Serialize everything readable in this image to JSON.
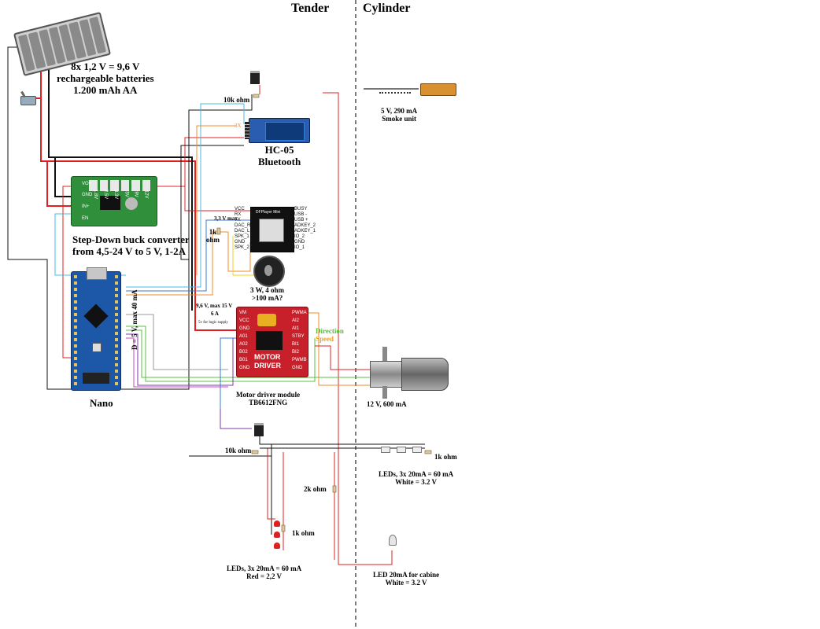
{
  "headings": {
    "tender": "Tender",
    "cylinder": "Cylinder"
  },
  "battery": {
    "label_1": "8x 1,2 V = 9,6 V",
    "label_2": "rechargeable batteries",
    "label_3": "1.200 mAh AA"
  },
  "buck": {
    "label_1": "Step-Down buck converter",
    "label_2": "from 4,5-24 V to 5 V, 1-2A",
    "pins": [
      "VO+",
      "GND",
      "IN+",
      "EN"
    ],
    "volts": [
      "1.8V",
      "2.5V",
      "3.3V",
      "5V",
      "9V",
      "12V"
    ]
  },
  "nano": {
    "label": "Nano",
    "supply": "D = 5 V, max 40 mA"
  },
  "bluetooth": {
    "name": "HC-05",
    "sub": "Bluetooth",
    "tag": "3X"
  },
  "dfplayer": {
    "title": "DFPlayer Mini",
    "left_pins": [
      "VCC",
      "RX",
      "TX",
      "DAC_R",
      "DAC_L",
      "SPK_1",
      "GND",
      "SPK_2"
    ],
    "right_pins": [
      "BUSY",
      "USB -",
      "USB +",
      "ADKEY_2",
      "ADKEY_1",
      "IO_2",
      "GND",
      "IO_1"
    ],
    "voltage": "3,3 V max"
  },
  "speaker": {
    "label_1": "3 W, 4 ohm",
    "label_2": ">100 mA?"
  },
  "motor_driver": {
    "label_1": "Motor driver module",
    "label_2": "TB6612FNG",
    "supply": "9,6 V, max 15 V",
    "current": "6 A",
    "logic": "5v for logic supply",
    "title_1": "MOTOR",
    "title_2": "DRIVER",
    "left_pins": [
      "VM",
      "VCC",
      "GND",
      "A01",
      "A02",
      "B02",
      "B01",
      "GND"
    ],
    "right_pins": [
      "PWMA",
      "AI2",
      "AI1",
      "STBY",
      "BI1",
      "BI2",
      "PWMB",
      "GND"
    ],
    "direction": "Direction",
    "speed": "Speed"
  },
  "motor": {
    "label": "12 V, 600 mA"
  },
  "smoke": {
    "label_1": "5 V, 290 mA",
    "label_2": "Smoke unit"
  },
  "resistors": {
    "r_smoke": "10k ohm",
    "r_df": "1k",
    "r_df_2": "ohm",
    "r_led": "10k ohm",
    "r_white": "1k ohm",
    "r_red": "1k ohm",
    "r_cab": "2k ohm"
  },
  "leds_white": {
    "label_1": "LEDs, 3x 20mA = 60 mA",
    "label_2": "White = 3.2 V"
  },
  "leds_red": {
    "label_1": "LEDs, 3x 20mA = 60 mA",
    "label_2": "Red = 2,2 V"
  },
  "led_cabin": {
    "label_1": "LED 20mA for cabine",
    "label_2": "White = 3.2 V"
  },
  "colors": {
    "red": "#e02020",
    "black": "#111111",
    "blue": "#3a7bd5",
    "cyan": "#48b8e6",
    "orange": "#f08c28",
    "yellow": "#f0d020",
    "green": "#58c040",
    "purple": "#7a3ca8",
    "magenta": "#d040c0",
    "gray": "#9a9a9a",
    "pcb_green": "#2f8f3a",
    "pcb_red": "#c8202a",
    "nano_blue": "#1d57a8"
  }
}
